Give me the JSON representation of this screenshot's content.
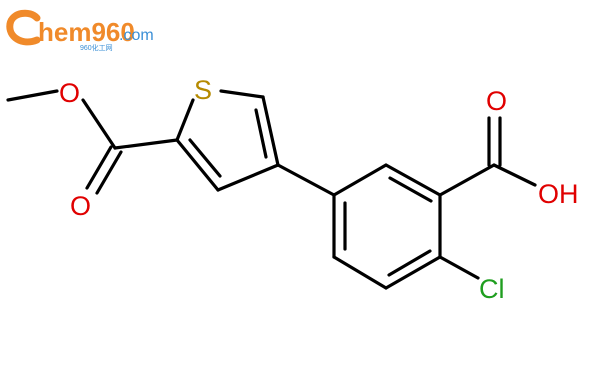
{
  "logo": {
    "brand": "hem960",
    "domain": ".com",
    "subtitle": "960化工网",
    "brand_color": "#f08a2a",
    "domain_color": "#3a8fd6"
  },
  "atoms": {
    "S": "S",
    "O_ester_single": "O",
    "O_ester_double": "O",
    "O_acid_double": "O",
    "OH": "OH",
    "Cl": "Cl"
  },
  "colors": {
    "bond": "#000000",
    "S": "#b58a00",
    "O": "#e00000",
    "Cl": "#1f9e1f"
  }
}
